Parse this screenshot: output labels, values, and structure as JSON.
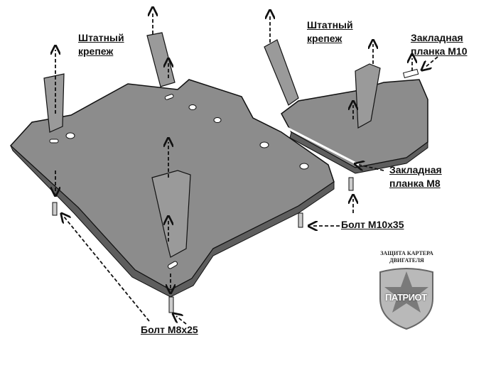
{
  "labels": {
    "standard_mount_left": [
      "Штатный",
      "крепеж"
    ],
    "standard_mount_right": [
      "Штатный",
      "крепеж"
    ],
    "insert_plate_m10": [
      "Закладная",
      "планка M10"
    ],
    "insert_plate_m8": [
      "Закладная",
      "планка M8"
    ],
    "bolt_m10": "Болт M10x35",
    "bolt_m8": "Болт M8x25"
  },
  "logo": {
    "caption": [
      "ЗАЩИТА КАРТЕРА",
      "ДВИГАТЕЛЯ"
    ],
    "brand": "ПАТРИОТ"
  },
  "colors": {
    "plate": "#8c8c8c",
    "plate_dark": "#5e5e5e",
    "outline": "#111111"
  }
}
